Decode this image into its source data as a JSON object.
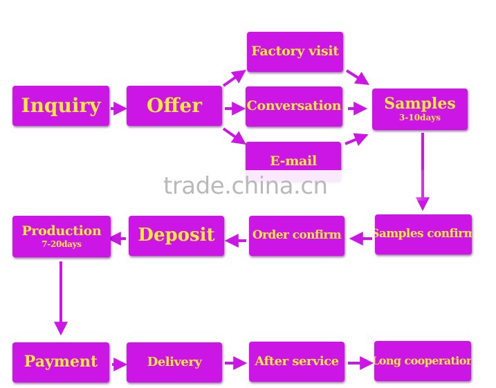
{
  "colors": {
    "box_fill": "#cc16e6",
    "box_text": "#ffe93a",
    "arrow": "#cc16e6",
    "watermark": "#b9b9b9"
  },
  "steps": {
    "inquiry": "Inquiry",
    "offer": "Offer",
    "factory_visit": "Factory visit",
    "conversation": "Conversation",
    "email": "E-mail",
    "samples": "Samples",
    "samples_days": "3-10days",
    "samples_confirm": "Samples confirm",
    "order_confirm": "Order confirm",
    "deposit": "Deposit",
    "production": "Production",
    "production_days": "7-20days",
    "payment": "Payment",
    "delivery": "Delivery",
    "after_service": "After service",
    "long_cooperation": "Long cooperation"
  },
  "watermark": "trade.china.cn"
}
